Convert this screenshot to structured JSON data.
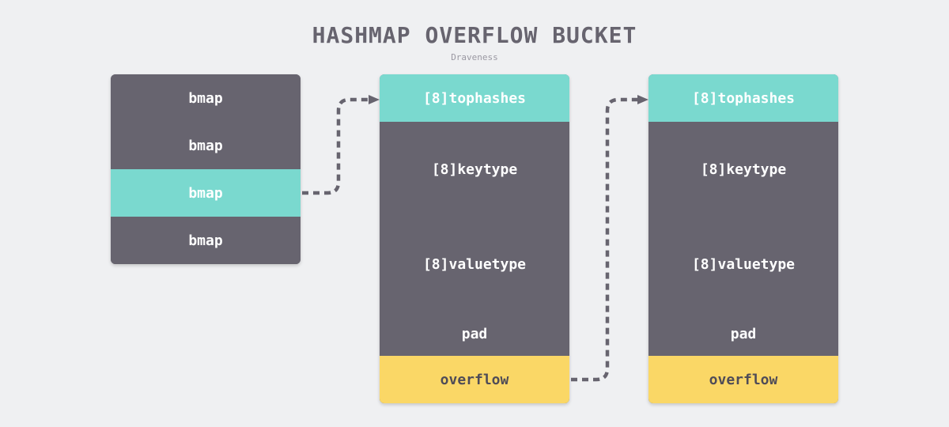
{
  "title": "HASHMAP OVERFLOW BUCKET",
  "subtitle": "Draveness",
  "colors": {
    "background": "#eff0f2",
    "dark": "#67646f",
    "teal": "#7ad9cf",
    "yellow": "#fad766"
  },
  "bmap_array": {
    "items": [
      "bmap",
      "bmap",
      "bmap",
      "bmap"
    ],
    "highlighted_index": 2
  },
  "buckets": [
    {
      "tophashes": "[8]tophashes",
      "keytype": "[8]keytype",
      "valuetype": "[8]valuetype",
      "pad": "pad",
      "overflow": "overflow"
    },
    {
      "tophashes": "[8]tophashes",
      "keytype": "[8]keytype",
      "valuetype": "[8]valuetype",
      "pad": "pad",
      "overflow": "overflow"
    }
  ]
}
